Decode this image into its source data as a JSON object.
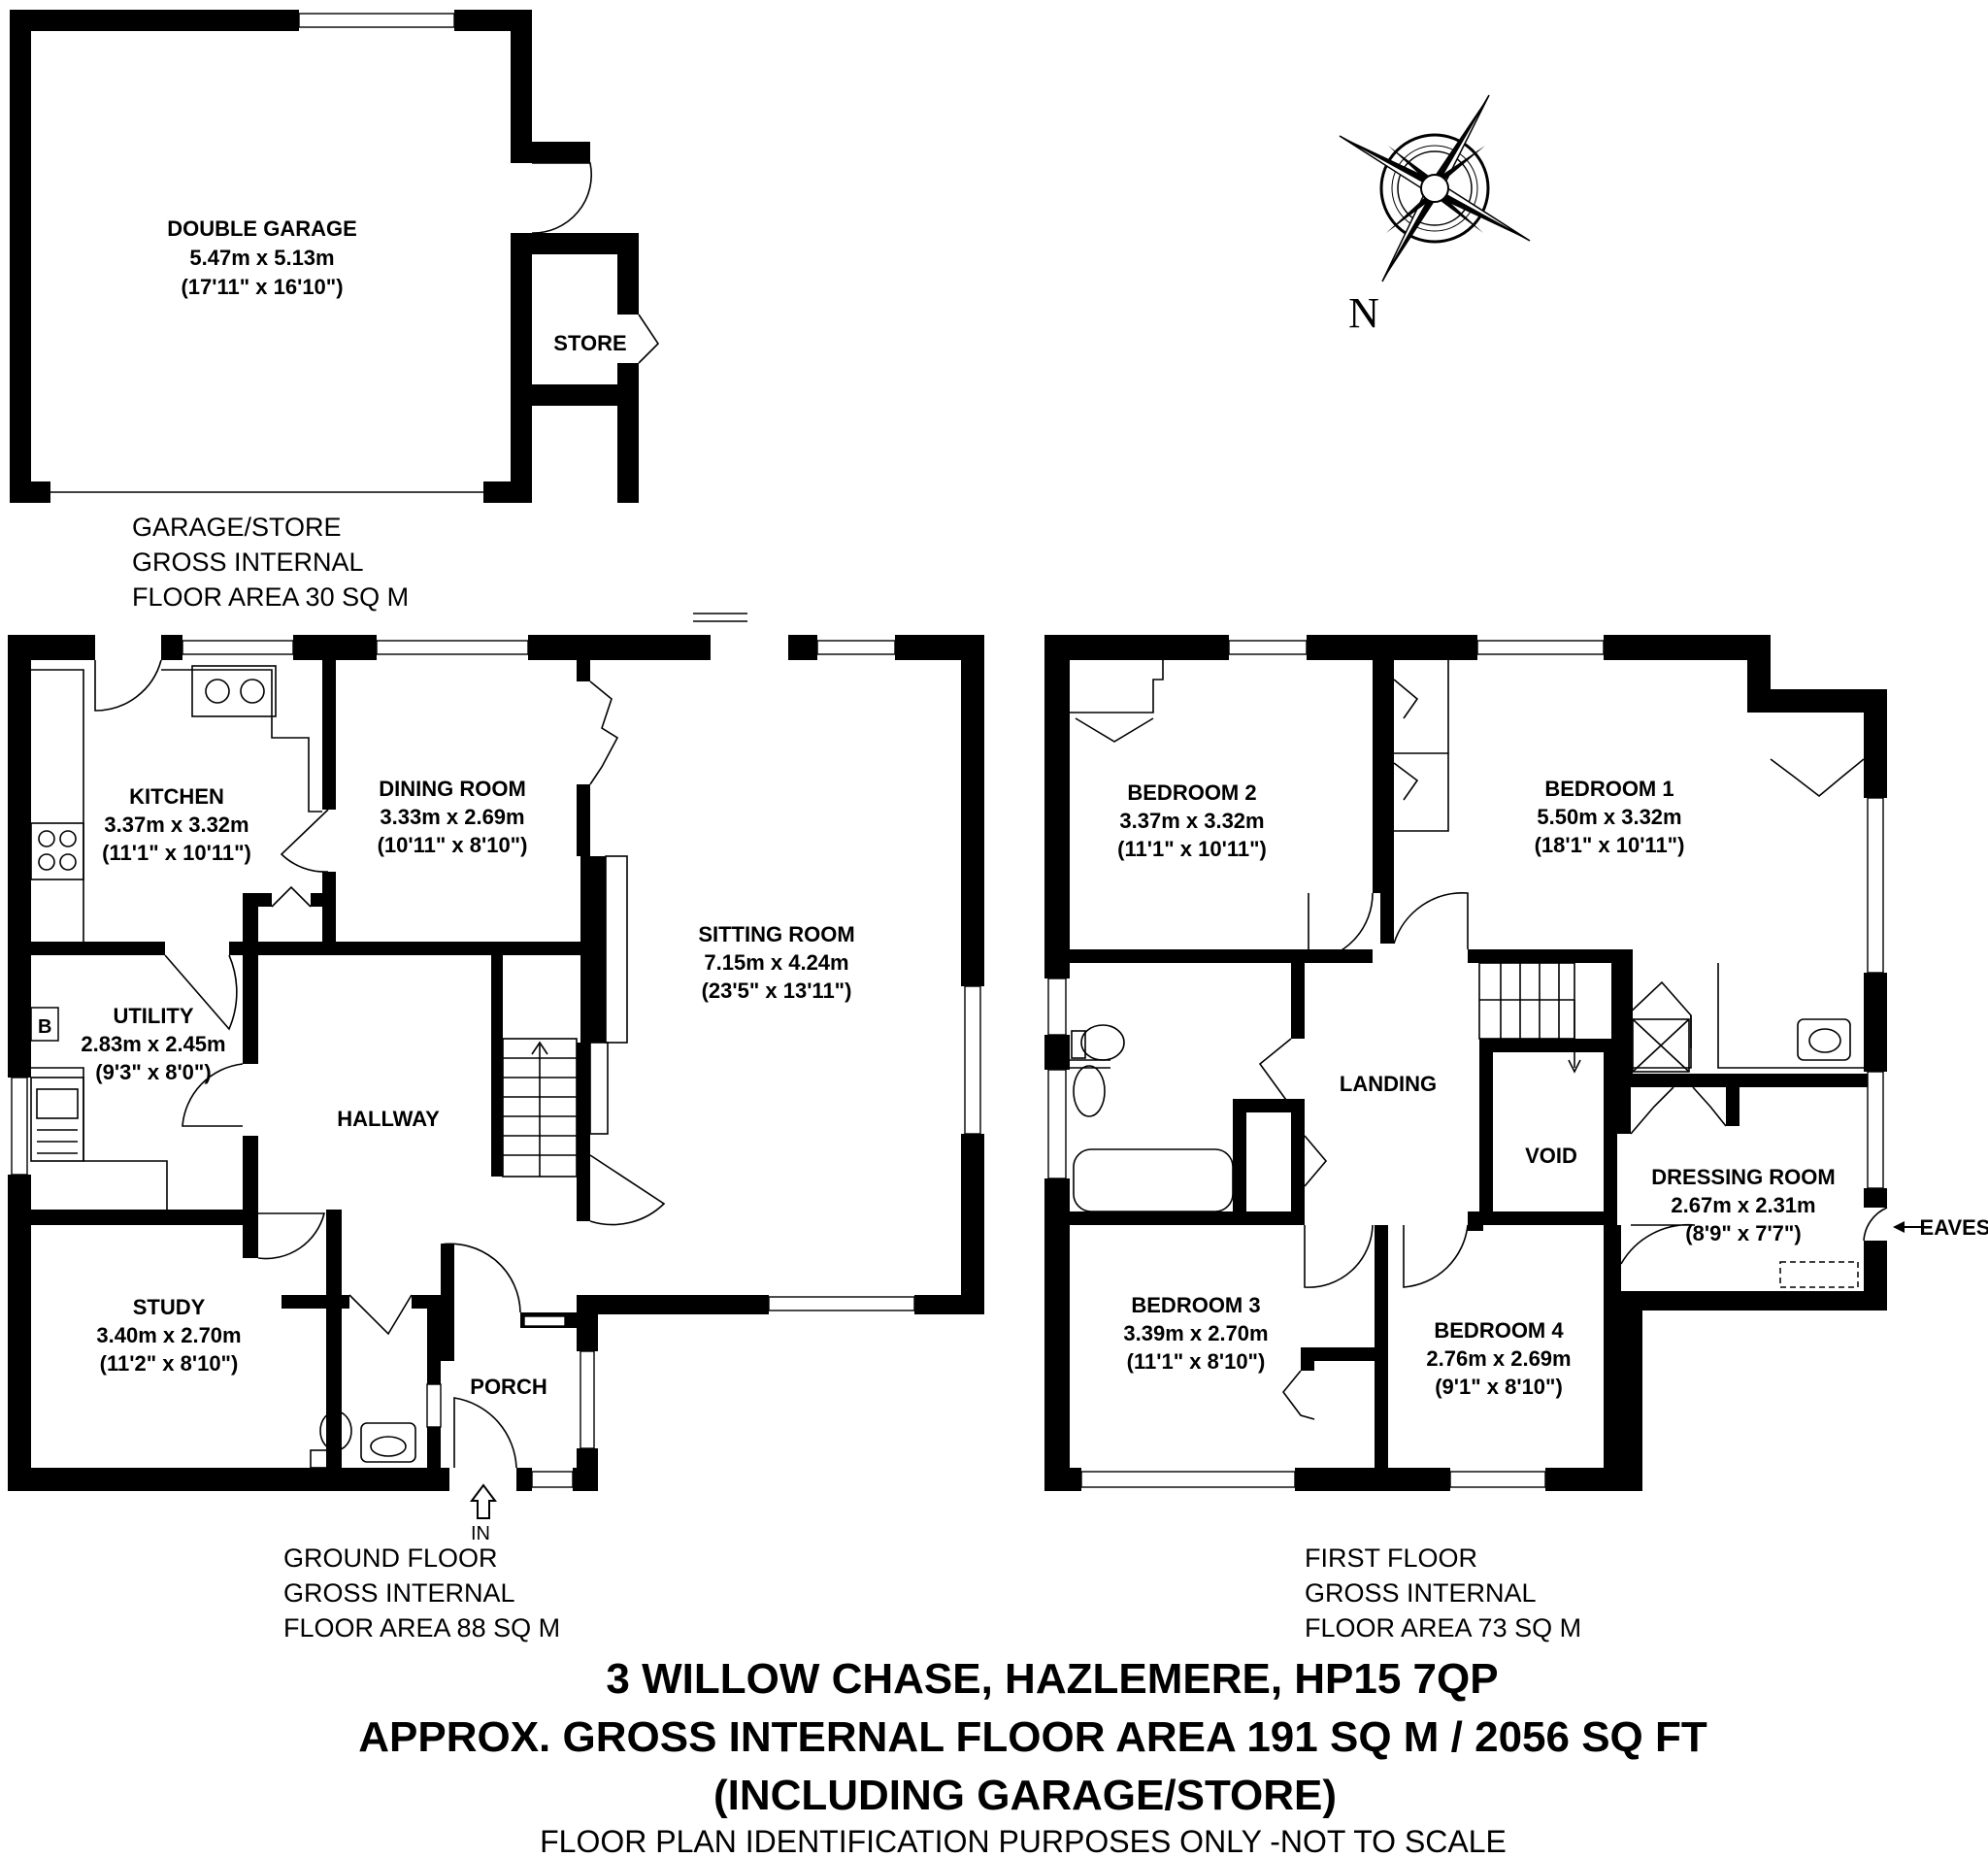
{
  "compass": {
    "north_label": "N"
  },
  "rooms": {
    "double_garage": {
      "name": "DOUBLE GARAGE",
      "metric": "5.47m x 5.13m",
      "imperial": "(17'11\" x 16'10\")"
    },
    "store": {
      "name": "STORE"
    },
    "kitchen": {
      "name": "KITCHEN",
      "metric": "3.37m x 3.32m",
      "imperial": "(11'1\" x 10'11\")"
    },
    "dining_room": {
      "name": "DINING ROOM",
      "metric": "3.33m x 2.69m",
      "imperial": "(10'11\" x 8'10\")"
    },
    "sitting_room": {
      "name": "SITTING ROOM",
      "metric": "7.15m x 4.24m",
      "imperial": "(23'5\" x 13'11\")"
    },
    "utility": {
      "name": "UTILITY",
      "metric": "2.83m x 2.45m",
      "imperial": "(9'3\" x 8'0\")"
    },
    "hallway": {
      "name": "HALLWAY"
    },
    "study": {
      "name": "STUDY",
      "metric": "3.40m x 2.70m",
      "imperial": "(11'2\" x 8'10\")"
    },
    "porch": {
      "name": "PORCH"
    },
    "bedroom_2": {
      "name": "BEDROOM 2",
      "metric": "3.37m x 3.32m",
      "imperial": "(11'1\" x 10'11\")"
    },
    "bedroom_1": {
      "name": "BEDROOM 1",
      "metric": "5.50m x 3.32m",
      "imperial": "(18'1\" x 10'11\")"
    },
    "landing": {
      "name": "LANDING"
    },
    "void": {
      "name": "VOID"
    },
    "dressing_room": {
      "name": "DRESSING ROOM",
      "metric": "2.67m x 2.31m",
      "imperial": "(8'9\" x 7'7\")"
    },
    "bedroom_3": {
      "name": "BEDROOM 3",
      "metric": "3.39m x 2.70m",
      "imperial": "(11'1\" x 8'10\")"
    },
    "bedroom_4": {
      "name": "BEDROOM 4",
      "metric": "2.76m x 2.69m",
      "imperial": "(9'1\" x 8'10\")"
    }
  },
  "labels": {
    "boiler": "B",
    "entrance": "IN",
    "eaves": "EAVES"
  },
  "floor_areas": {
    "garage": [
      "GARAGE/STORE",
      "GROSS INTERNAL",
      "FLOOR AREA 30 SQ M"
    ],
    "ground": [
      "GROUND FLOOR",
      "GROSS INTERNAL",
      "FLOOR AREA 88 SQ M"
    ],
    "first": [
      "FIRST FLOOR",
      "GROSS INTERNAL",
      "FLOOR AREA 73 SQ M"
    ]
  },
  "footer": {
    "address": "3 WILLOW CHASE, HAZLEMERE, HP15 7QP",
    "total_area": "APPROX. GROSS INTERNAL FLOOR AREA 191 SQ M / 2056 SQ FT",
    "including": "(INCLUDING GARAGE/STORE)",
    "disclaimer": "FLOOR PLAN IDENTIFICATION PURPOSES ONLY -NOT TO SCALE"
  }
}
